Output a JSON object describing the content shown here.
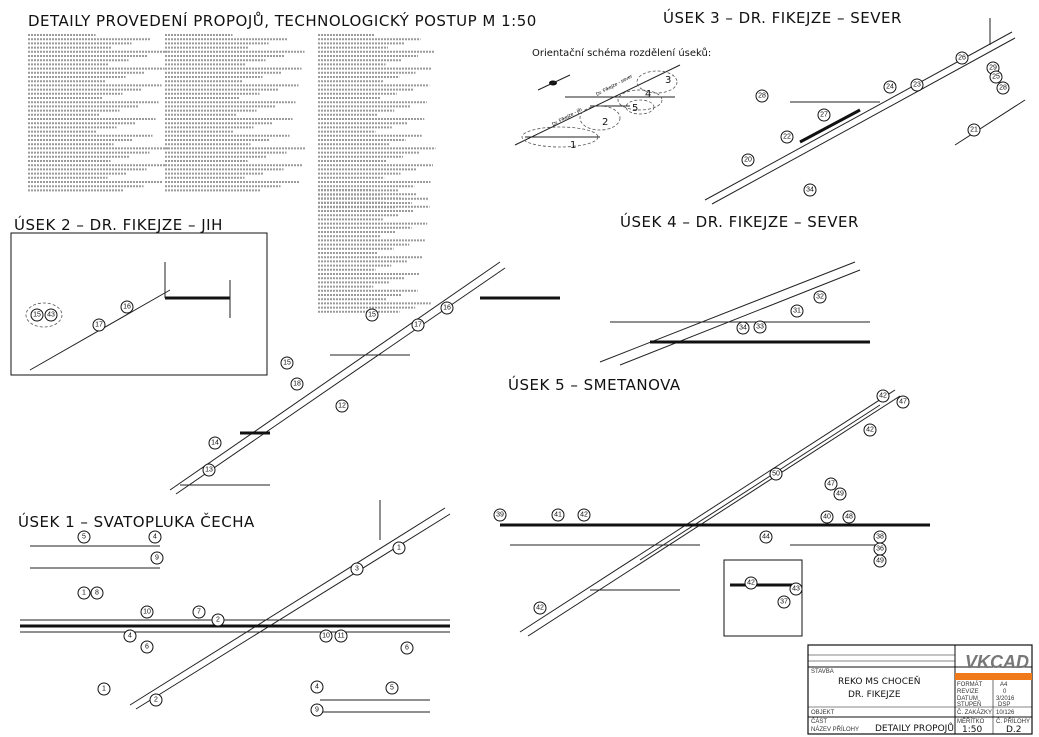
{
  "headings": {
    "main": "DETAILY PROVEDENÍ PROPOJŮ, TECHNOLOGICKÝ POSTUP   M 1:50",
    "usek3": "ÚSEK 3 – DR. FIKEJZE – SEVER",
    "orientation": "Orientační schéma rozdělení úseků:",
    "usek2": "ÚSEK 2 – DR. FIKEJZE – JIH",
    "usek4": "ÚSEK 4 – DR. FIKEJZE – SEVER",
    "usek5": "ÚSEK 5 – SMETANOVA",
    "usek1": "ÚSEK 1 – SVATOPLUKA ČECHA"
  },
  "orientation_labels": [
    "1",
    "2",
    "3",
    "4",
    "5",
    "Dr. Fikejze - jih",
    "Dr. Fikejze - sever"
  ],
  "bubbles": {
    "usek3": [
      "26",
      "29",
      "25",
      "28",
      "24",
      "23",
      "27",
      "22",
      "21",
      "20",
      "34",
      "28"
    ],
    "usek2_detail": [
      "15",
      "43",
      "16",
      "17"
    ],
    "usek2": [
      "15",
      "16",
      "17",
      "15",
      "18",
      "12",
      "14",
      "13"
    ],
    "usek4": [
      "32",
      "31",
      "33",
      "34"
    ],
    "usek5": [
      "42",
      "47",
      "42",
      "50",
      "47",
      "49",
      "40",
      "48",
      "39",
      "41",
      "42",
      "44",
      "38",
      "36",
      "49",
      "42",
      "42",
      "37",
      "43"
    ],
    "usek1": [
      "5",
      "4",
      "9",
      "1",
      "3",
      "1",
      "8",
      "10",
      "7",
      "4",
      "6",
      "10",
      "11",
      "6",
      "2",
      "1",
      "2",
      "4",
      "5",
      "9"
    ]
  },
  "title_block": {
    "project": "REKO MS CHOCEŇ",
    "object": "DR. FIKEJZE",
    "drawing": "DETAILY PROPOJŮ",
    "scale_label": "MĚŘÍTKO",
    "scale": "1:50",
    "attachment_label": "Č. PŘÍLOHY",
    "attachment": "D.2",
    "stavba_label": "STAVBA",
    "objekt_label": "OBJEKT",
    "cast_label": "ČÁST",
    "nazev_label": "NÁZEV PŘÍLOHY",
    "format_label": "FORMÁT",
    "format": "A4",
    "revision_label": "REVIZE",
    "revision": "0",
    "date_label": "DATUM",
    "date": "3/2016",
    "stage_label": "STUPEŇ",
    "stage": "DSP",
    "contract_label": "Č. ZAKÁZKY",
    "contract": "10/126",
    "logo": "VKCAD",
    "brand_color": "#f07a1a"
  }
}
